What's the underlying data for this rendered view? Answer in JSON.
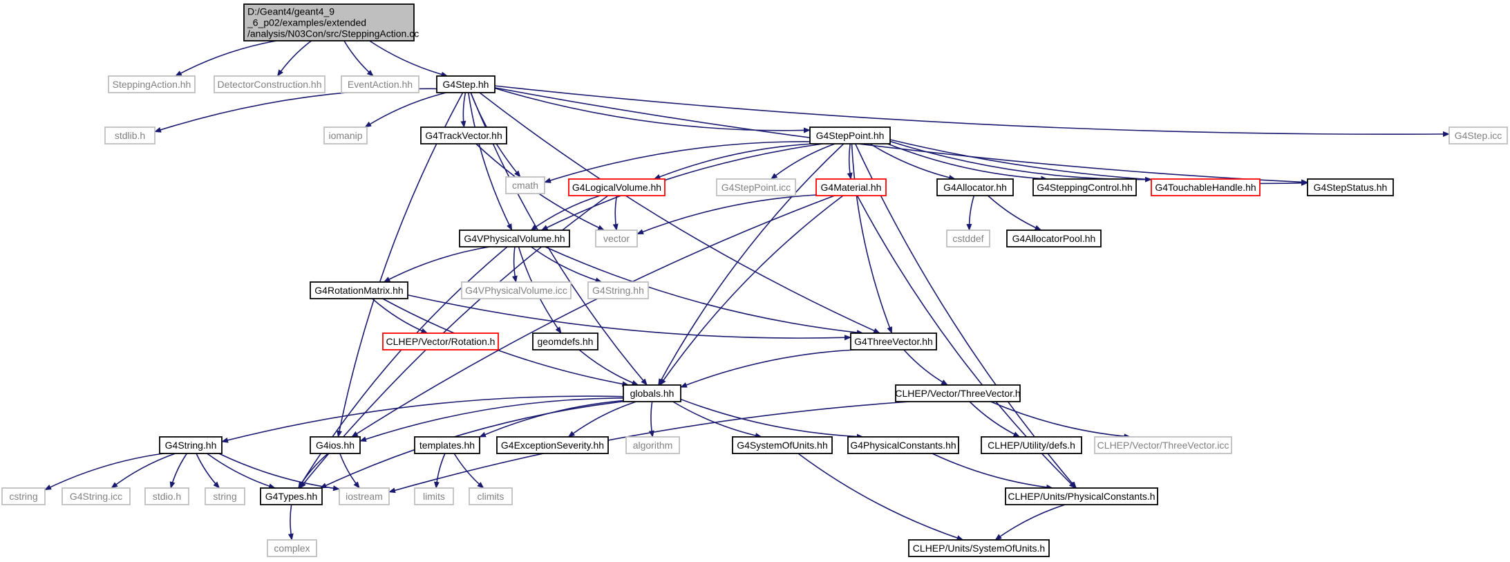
{
  "graph": {
    "nodes": [
      {
        "id": "root",
        "lines": [
          "D:/Geant4/geant4_9",
          "_6_p02/examples/extended",
          "/analysis/N03Con/src/SteppingAction.cc"
        ],
        "style": "root"
      },
      {
        "id": "stepping_action_hh",
        "lines": [
          "SteppingAction.hh"
        ],
        "style": "ext"
      },
      {
        "id": "detector_construction_hh",
        "lines": [
          "DetectorConstruction.hh"
        ],
        "style": "ext"
      },
      {
        "id": "event_action_hh",
        "lines": [
          "EventAction.hh"
        ],
        "style": "ext"
      },
      {
        "id": "g4step_hh",
        "lines": [
          "G4Step.hh"
        ],
        "style": "std"
      },
      {
        "id": "stdlib_h",
        "lines": [
          "stdlib.h"
        ],
        "style": "ext"
      },
      {
        "id": "iomanip",
        "lines": [
          "iomanip"
        ],
        "style": "ext"
      },
      {
        "id": "g4trackvector_hh",
        "lines": [
          "G4TrackVector.hh"
        ],
        "style": "std"
      },
      {
        "id": "g4steppoint_hh",
        "lines": [
          "G4StepPoint.hh"
        ],
        "style": "std"
      },
      {
        "id": "g4step_icc",
        "lines": [
          "G4Step.icc"
        ],
        "style": "ext"
      },
      {
        "id": "cmath",
        "lines": [
          "cmath"
        ],
        "style": "ext"
      },
      {
        "id": "g4logicalvolume_hh",
        "lines": [
          "G4LogicalVolume.hh"
        ],
        "style": "red"
      },
      {
        "id": "g4steppoint_icc",
        "lines": [
          "G4StepPoint.icc"
        ],
        "style": "ext"
      },
      {
        "id": "g4material_hh",
        "lines": [
          "G4Material.hh"
        ],
        "style": "red"
      },
      {
        "id": "g4allocator_hh",
        "lines": [
          "G4Allocator.hh"
        ],
        "style": "std"
      },
      {
        "id": "g4steppingcontrol_hh",
        "lines": [
          "G4SteppingControl.hh"
        ],
        "style": "std"
      },
      {
        "id": "g4touchablehandle_hh",
        "lines": [
          "G4TouchableHandle.hh"
        ],
        "style": "red"
      },
      {
        "id": "g4stepstatus_hh",
        "lines": [
          "G4StepStatus.hh"
        ],
        "style": "std"
      },
      {
        "id": "g4vphysicalvolume_hh",
        "lines": [
          "G4VPhysicalVolume.hh"
        ],
        "style": "std"
      },
      {
        "id": "vector",
        "lines": [
          "vector"
        ],
        "style": "ext"
      },
      {
        "id": "cstddef",
        "lines": [
          "cstddef"
        ],
        "style": "ext"
      },
      {
        "id": "g4allocatorpool_hh",
        "lines": [
          "G4AllocatorPool.hh"
        ],
        "style": "std"
      },
      {
        "id": "g4rotationmatrix_hh",
        "lines": [
          "G4RotationMatrix.hh"
        ],
        "style": "std"
      },
      {
        "id": "g4vphysicalvolume_icc",
        "lines": [
          "G4VPhysicalVolume.icc"
        ],
        "style": "ext"
      },
      {
        "id": "g4string_hh_mid",
        "lines": [
          "G4String.hh"
        ],
        "style": "ext"
      },
      {
        "id": "clhep_vector_rotation_h",
        "lines": [
          "CLHEP/Vector/Rotation.h"
        ],
        "style": "red"
      },
      {
        "id": "geomdefs_hh",
        "lines": [
          "geomdefs.hh"
        ],
        "style": "std"
      },
      {
        "id": "g4threevector_hh",
        "lines": [
          "G4ThreeVector.hh"
        ],
        "style": "std"
      },
      {
        "id": "globals_hh",
        "lines": [
          "globals.hh"
        ],
        "style": "std"
      },
      {
        "id": "clhep_vector_threevector_h",
        "lines": [
          "CLHEP/Vector/ThreeVector.h"
        ],
        "style": "std"
      },
      {
        "id": "g4string_hh",
        "lines": [
          "G4String.hh"
        ],
        "style": "std"
      },
      {
        "id": "g4ios_hh",
        "lines": [
          "G4ios.hh"
        ],
        "style": "std"
      },
      {
        "id": "templates_hh",
        "lines": [
          "templates.hh"
        ],
        "style": "std"
      },
      {
        "id": "g4exceptionseverity_hh",
        "lines": [
          "G4ExceptionSeverity.hh"
        ],
        "style": "std"
      },
      {
        "id": "algorithm",
        "lines": [
          "algorithm"
        ],
        "style": "ext"
      },
      {
        "id": "g4systemofunits_hh",
        "lines": [
          "G4SystemOfUnits.hh"
        ],
        "style": "std"
      },
      {
        "id": "g4physicalconstants_hh",
        "lines": [
          "G4PhysicalConstants.hh"
        ],
        "style": "std"
      },
      {
        "id": "clhep_utility_defs_h",
        "lines": [
          "CLHEP/Utility/defs.h"
        ],
        "style": "std"
      },
      {
        "id": "clhep_vector_threevector_icc",
        "lines": [
          "CLHEP/Vector/ThreeVector.icc"
        ],
        "style": "ext"
      },
      {
        "id": "cstring",
        "lines": [
          "cstring"
        ],
        "style": "ext"
      },
      {
        "id": "g4string_icc",
        "lines": [
          "G4String.icc"
        ],
        "style": "ext"
      },
      {
        "id": "stdio_h",
        "lines": [
          "stdio.h"
        ],
        "style": "ext"
      },
      {
        "id": "string",
        "lines": [
          "string"
        ],
        "style": "ext"
      },
      {
        "id": "g4types_hh",
        "lines": [
          "G4Types.hh"
        ],
        "style": "std"
      },
      {
        "id": "iostream",
        "lines": [
          "iostream"
        ],
        "style": "ext"
      },
      {
        "id": "limits",
        "lines": [
          "limits"
        ],
        "style": "ext"
      },
      {
        "id": "climits",
        "lines": [
          "climits"
        ],
        "style": "ext"
      },
      {
        "id": "clhep_units_physicalconstants_h",
        "lines": [
          "CLHEP/Units/PhysicalConstants.h"
        ],
        "style": "std"
      },
      {
        "id": "complex",
        "lines": [
          "complex"
        ],
        "style": "ext"
      },
      {
        "id": "clhep_units_systemofunits_h",
        "lines": [
          "CLHEP/Units/SystemOfUnits.h"
        ],
        "style": "std"
      }
    ],
    "edges": [
      [
        "root",
        "stepping_action_hh"
      ],
      [
        "root",
        "detector_construction_hh"
      ],
      [
        "root",
        "event_action_hh"
      ],
      [
        "root",
        "g4step_hh"
      ],
      [
        "g4step_hh",
        "stdlib_h"
      ],
      [
        "g4step_hh",
        "iomanip"
      ],
      [
        "g4step_hh",
        "g4trackvector_hh"
      ],
      [
        "g4step_hh",
        "g4steppoint_hh"
      ],
      [
        "g4step_hh",
        "g4step_icc"
      ],
      [
        "g4step_hh",
        "cmath"
      ],
      [
        "g4step_hh",
        "g4vphysicalvolume_hh"
      ],
      [
        "g4step_hh",
        "g4stepstatus_hh"
      ],
      [
        "g4step_hh",
        "g4threevector_hh"
      ],
      [
        "g4step_hh",
        "globals_hh"
      ],
      [
        "g4step_hh",
        "g4ios_hh"
      ],
      [
        "g4trackvector_hh",
        "vector"
      ],
      [
        "g4steppoint_hh",
        "cmath"
      ],
      [
        "g4steppoint_hh",
        "g4logicalvolume_hh"
      ],
      [
        "g4steppoint_hh",
        "g4steppoint_icc"
      ],
      [
        "g4steppoint_hh",
        "g4material_hh"
      ],
      [
        "g4steppoint_hh",
        "g4allocator_hh"
      ],
      [
        "g4steppoint_hh",
        "g4steppingcontrol_hh"
      ],
      [
        "g4steppoint_hh",
        "g4touchablehandle_hh"
      ],
      [
        "g4steppoint_hh",
        "g4stepstatus_hh"
      ],
      [
        "g4steppoint_hh",
        "g4vphysicalvolume_hh"
      ],
      [
        "g4steppoint_hh",
        "g4threevector_hh"
      ],
      [
        "g4steppoint_hh",
        "globals_hh"
      ],
      [
        "g4steppoint_hh",
        "clhep_units_physicalconstants_h"
      ],
      [
        "g4logicalvolume_hh",
        "vector"
      ],
      [
        "g4logicalvolume_hh",
        "g4vphysicalvolume_hh"
      ],
      [
        "g4logicalvolume_hh",
        "g4types_hh"
      ],
      [
        "g4material_hh",
        "vector"
      ],
      [
        "g4material_hh",
        "globals_hh"
      ],
      [
        "g4material_hh",
        "g4ios_hh"
      ],
      [
        "g4material_hh",
        "clhep_units_physicalconstants_h"
      ],
      [
        "g4allocator_hh",
        "cstddef"
      ],
      [
        "g4allocator_hh",
        "g4allocatorpool_hh"
      ],
      [
        "g4vphysicalvolume_hh",
        "g4rotationmatrix_hh"
      ],
      [
        "g4vphysicalvolume_hh",
        "g4vphysicalvolume_icc"
      ],
      [
        "g4vphysicalvolume_hh",
        "g4string_hh_mid"
      ],
      [
        "g4vphysicalvolume_hh",
        "geomdefs_hh"
      ],
      [
        "g4vphysicalvolume_hh",
        "g4threevector_hh"
      ],
      [
        "g4vphysicalvolume_hh",
        "g4types_hh"
      ],
      [
        "g4rotationmatrix_hh",
        "clhep_vector_rotation_h"
      ],
      [
        "g4rotationmatrix_hh",
        "g4threevector_hh"
      ],
      [
        "g4rotationmatrix_hh",
        "globals_hh"
      ],
      [
        "geomdefs_hh",
        "globals_hh"
      ],
      [
        "g4threevector_hh",
        "globals_hh"
      ],
      [
        "g4threevector_hh",
        "clhep_vector_threevector_h"
      ],
      [
        "clhep_vector_threevector_h",
        "clhep_utility_defs_h"
      ],
      [
        "clhep_vector_threevector_h",
        "clhep_vector_threevector_icc"
      ],
      [
        "clhep_vector_threevector_h",
        "iostream"
      ],
      [
        "globals_hh",
        "g4string_hh"
      ],
      [
        "globals_hh",
        "g4ios_hh"
      ],
      [
        "globals_hh",
        "templates_hh"
      ],
      [
        "globals_hh",
        "g4exceptionseverity_hh"
      ],
      [
        "globals_hh",
        "algorithm"
      ],
      [
        "globals_hh",
        "g4systemofunits_hh"
      ],
      [
        "globals_hh",
        "g4physicalconstants_hh"
      ],
      [
        "globals_hh",
        "g4types_hh"
      ],
      [
        "g4string_hh",
        "cstring"
      ],
      [
        "g4string_hh",
        "g4string_icc"
      ],
      [
        "g4string_hh",
        "stdio_h"
      ],
      [
        "g4string_hh",
        "string"
      ],
      [
        "g4string_hh",
        "g4types_hh"
      ],
      [
        "g4string_hh",
        "iostream"
      ],
      [
        "g4ios_hh",
        "g4types_hh"
      ],
      [
        "g4ios_hh",
        "iostream"
      ],
      [
        "templates_hh",
        "limits"
      ],
      [
        "templates_hh",
        "climits"
      ],
      [
        "g4systemofunits_hh",
        "clhep_units_systemofunits_h"
      ],
      [
        "g4physicalconstants_hh",
        "clhep_units_physicalconstants_h"
      ],
      [
        "clhep_units_physicalconstants_h",
        "clhep_units_systemofunits_h"
      ],
      [
        "g4types_hh",
        "complex"
      ]
    ]
  }
}
